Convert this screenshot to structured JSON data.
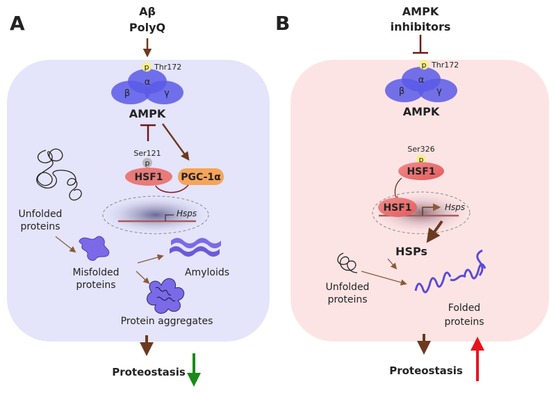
{
  "panel_a": {
    "letter": "A",
    "stimulus": [
      "Aβ",
      "PolyQ"
    ],
    "phospho_mark": "p",
    "site_thr": "Thr172",
    "subunits": {
      "alpha": "α",
      "beta": "β",
      "gamma": "γ"
    },
    "complex": "AMPK",
    "site_ser": "Ser121",
    "hsf1": "HSF1",
    "pgc": "PGC-1α",
    "gene": "Hsps",
    "unfolded": [
      "Unfolded",
      "proteins"
    ],
    "misfolded": [
      "Misfolded",
      "proteins"
    ],
    "amyloids": "Amyloids",
    "aggregates": "Protein aggregates",
    "outcome": "Proteostasis",
    "outcome_direction": "down",
    "outcome_color": "#1a8a1a",
    "cell_color": "#e4e4fb"
  },
  "panel_b": {
    "letter": "B",
    "stimulus": [
      "AMPK",
      "inhibitors"
    ],
    "phospho_mark": "p",
    "site_thr": "Thr172",
    "subunits": {
      "alpha": "α",
      "beta": "β",
      "gamma": "γ"
    },
    "complex": "AMPK",
    "site_ser": "Ser326",
    "hsf1": "HSF1",
    "hsf1_bound": "HSF1",
    "gene": "Hsps",
    "hsps": "HSPs",
    "unfolded": [
      "Unfolded",
      "proteins"
    ],
    "folded": [
      "Folded",
      "proteins"
    ],
    "outcome": "Proteostasis",
    "outcome_direction": "up",
    "outcome_color": "#e8141b",
    "cell_color": "#fde4e4"
  }
}
